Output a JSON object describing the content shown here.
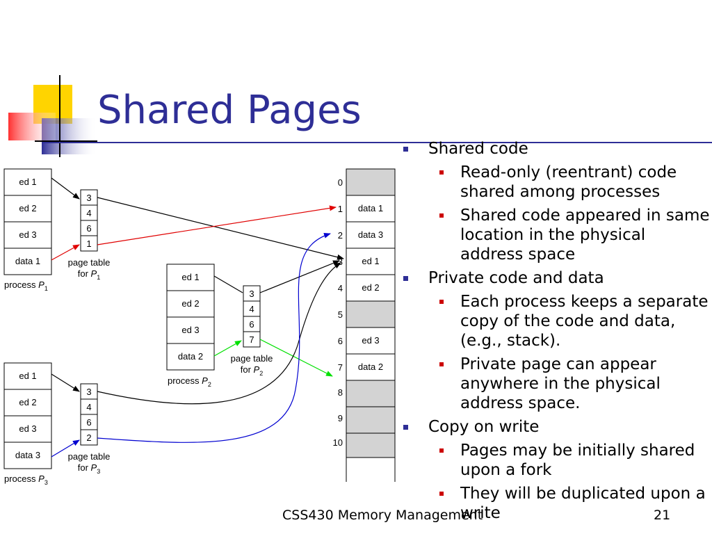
{
  "title": "Shared Pages",
  "footer": "CSS430 Memory Management",
  "page_number": "21",
  "bullets": {
    "b1": "Shared code",
    "b1_1": "Read-only (reentrant) code shared among processes",
    "b1_2": "Shared code appeared in same location in the physical address space",
    "b2": "Private code and data",
    "b2_1": "Each process keeps a separate copy of the code and data, (e.g., stack).",
    "b2_2": "Private page can appear anywhere in the physical address space.",
    "b3": "Copy on write",
    "b3_1": "Pages may be initially shared upon a fork",
    "b3_2": "They will be duplicated upon a write"
  },
  "diagram": {
    "p1": {
      "pages": [
        "ed 1",
        "ed 2",
        "ed 3",
        "data 1"
      ],
      "table": [
        "3",
        "4",
        "6",
        "1"
      ],
      "table_caption": "page table",
      "table_for": "for",
      "sub": "1",
      "proc_caption": "process",
      "proc_name": "P"
    },
    "p2": {
      "pages": [
        "ed 1",
        "ed 2",
        "ed 3",
        "data 2"
      ],
      "table": [
        "3",
        "4",
        "6",
        "7"
      ],
      "table_caption": "page table",
      "table_for": "for",
      "sub": "2",
      "proc_caption": "process",
      "proc_name": "P"
    },
    "p3": {
      "pages": [
        "ed 1",
        "ed 2",
        "ed 3",
        "data 3"
      ],
      "table": [
        "3",
        "4",
        "6",
        "2"
      ],
      "table_caption": "page table",
      "table_for": "for",
      "sub": "3",
      "proc_caption": "process",
      "proc_name": "P"
    },
    "memory": {
      "frame_numbers": [
        "0",
        "1",
        "2",
        "3",
        "4",
        "5",
        "6",
        "7",
        "8",
        "9",
        "10"
      ],
      "frames": [
        "",
        "data 1",
        "data 3",
        "ed 1",
        "ed 2",
        "",
        "ed 3",
        "data 2",
        "",
        "",
        ""
      ]
    },
    "colors": {
      "p1_data_arrow": "#E00000",
      "p2_data_arrow": "#00E000",
      "p3_data_arrow": "#0000D0",
      "frame_empty": "#D3D3D3",
      "title": "#2E2E96"
    }
  }
}
